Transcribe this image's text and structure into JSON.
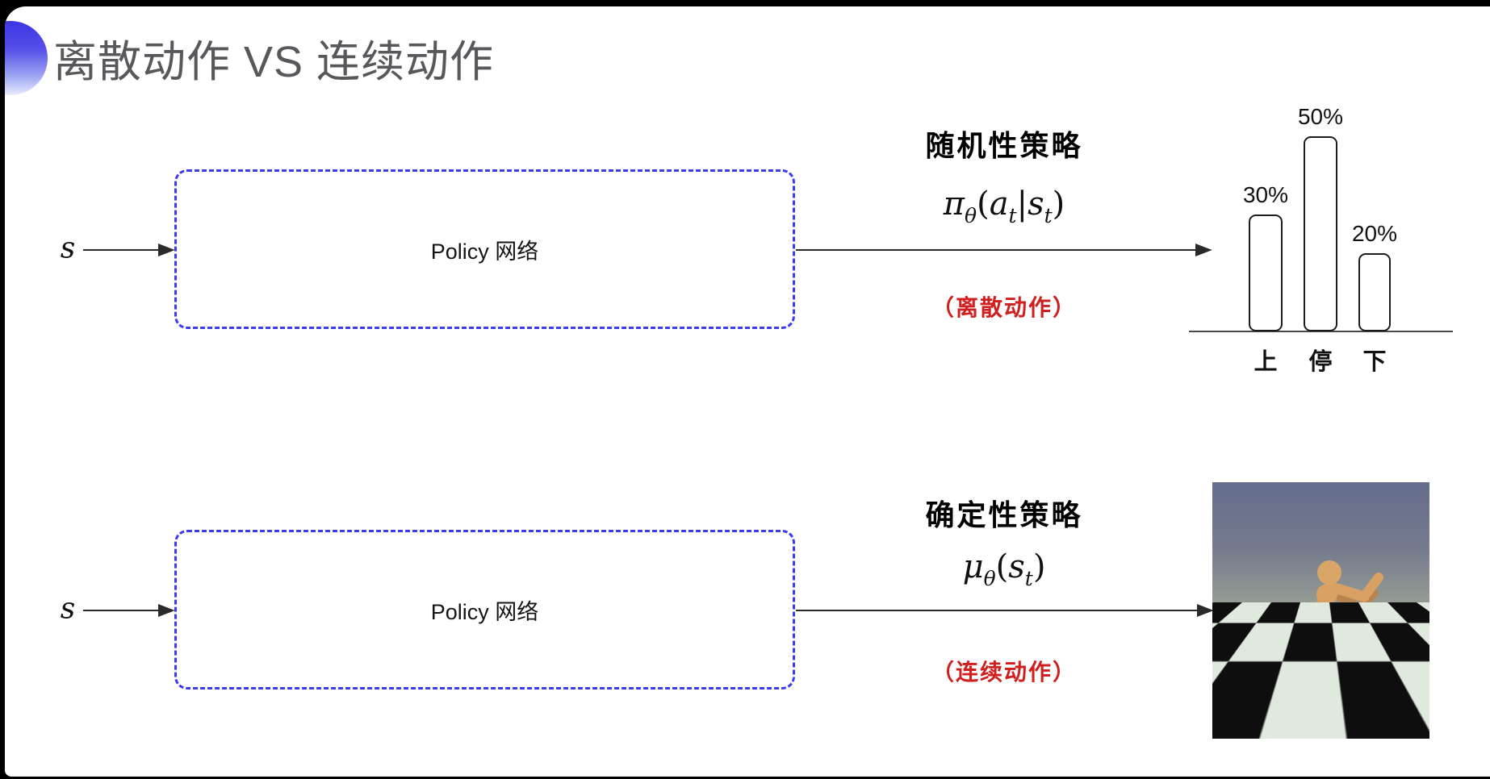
{
  "title": {
    "text": "离散动作 VS 连续动作"
  },
  "rows": {
    "stochastic": {
      "input_label": "s",
      "box_label": "Policy 网络",
      "policy_name": "随机性策略",
      "formula": {
        "pi": "π",
        "theta": "θ",
        "open": "(",
        "a": "a",
        "t1": "t",
        "bar": "|",
        "s": "s",
        "t2": "t",
        "close": ")"
      },
      "action_type": "（离散动作）"
    },
    "deterministic": {
      "input_label": "s",
      "box_label": "Policy 网络",
      "policy_name": "确定性策略",
      "formula": {
        "mu": "μ",
        "theta": "θ",
        "open": "(",
        "s": "s",
        "t": "t",
        "close": ")"
      },
      "action_type": "（连续动作）"
    }
  },
  "chart_data": {
    "type": "bar",
    "title": "",
    "xlabel": "",
    "ylabel": "",
    "categories": [
      "上",
      "停",
      "下"
    ],
    "values": [
      30,
      50,
      20
    ],
    "value_labels": [
      "30%",
      "50%",
      "20%"
    ],
    "ylim": [
      0,
      55
    ],
    "grid": false,
    "legend": false
  },
  "colors": {
    "accent_blue": "#3c35e4",
    "box_border_blue": "#3a3af0",
    "action_red": "#cf1f1f",
    "title_gray": "#58585c",
    "arrow_black": "#2a2a2a"
  }
}
